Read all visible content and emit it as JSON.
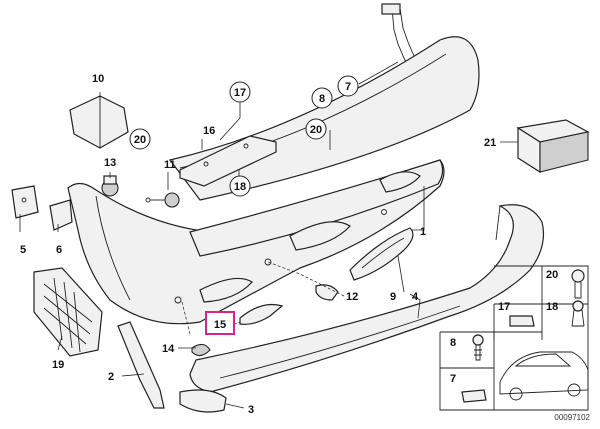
{
  "figure_number": "00097102",
  "callouts": {
    "c1": "1",
    "c2": "2",
    "c3": "3",
    "c4": "4",
    "c5": "5",
    "c6": "6",
    "c7_top": "7",
    "c8_top": "8",
    "c9": "9",
    "c10": "10",
    "c11": "11",
    "c12": "12",
    "c13": "13",
    "c14": "14",
    "c15": "15",
    "c16": "16",
    "c17_top": "17",
    "c18_top": "18",
    "c19": "19",
    "c20_top": "20",
    "c20_bumper": "20",
    "c21": "21",
    "g20": "20",
    "g17": "17",
    "g18": "18",
    "g8": "8",
    "g7": "7"
  },
  "highlight_color": "#d6248a"
}
